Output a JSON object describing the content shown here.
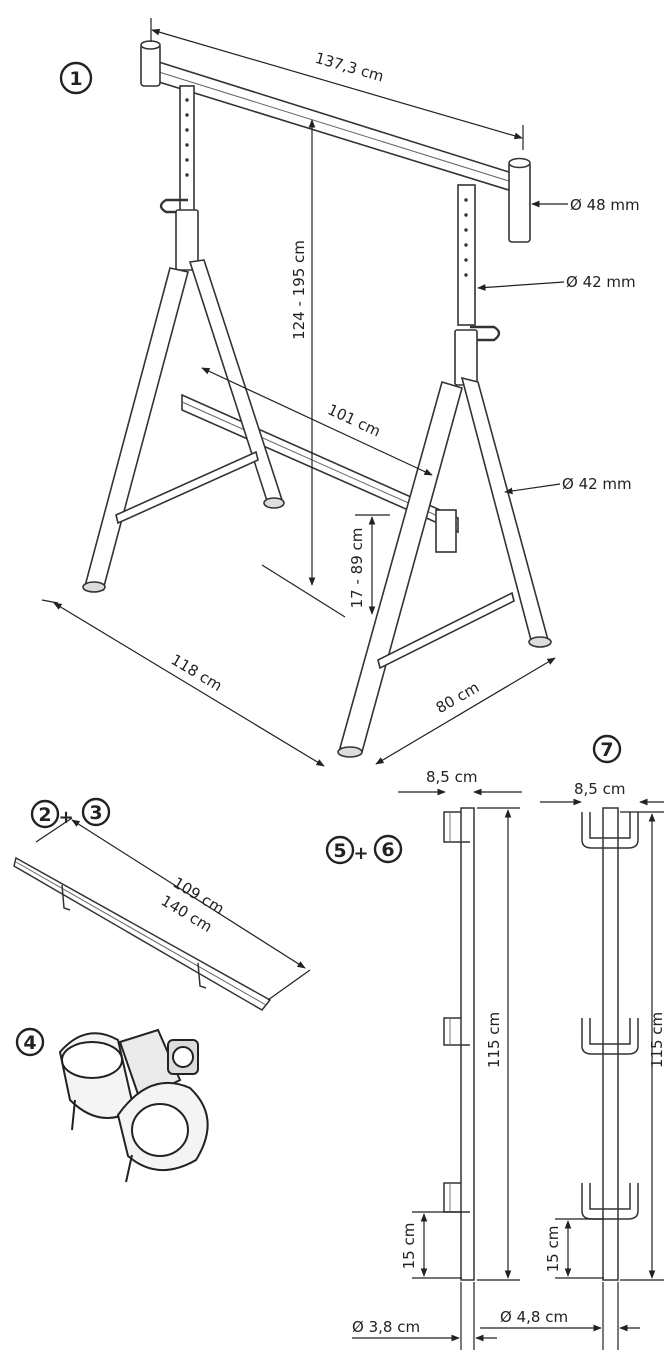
{
  "part_numbers": {
    "p1": "1",
    "p2": "2",
    "p3": "3",
    "p4": "4",
    "p5": "5",
    "p6": "6",
    "p7": "7",
    "plus": "+"
  },
  "dimensions": {
    "top_beam_length": "137,3 cm",
    "tube_diameter_top": "Ø 48 mm",
    "inner_post_diameter": "Ø 42 mm",
    "leg_diameter": "Ø 42 mm",
    "height_range": "124 - 195 cm",
    "lower_beam_length": "101 cm",
    "lower_height_range": "17 - 89 cm",
    "base_length": "118 cm",
    "base_width": "80 cm",
    "bar_short": "109 cm",
    "bar_long": "140 cm",
    "hook_width_single": "8,5 cm",
    "hook_width_double": "8,5 cm",
    "post_height_single": "115 cm",
    "post_height_double": "115 cm",
    "hook_spacing_single": "15 cm",
    "hook_spacing_double": "15 cm",
    "post_diameter_single": "Ø 3,8 cm",
    "post_diameter_double": "Ø 4,8 cm"
  }
}
